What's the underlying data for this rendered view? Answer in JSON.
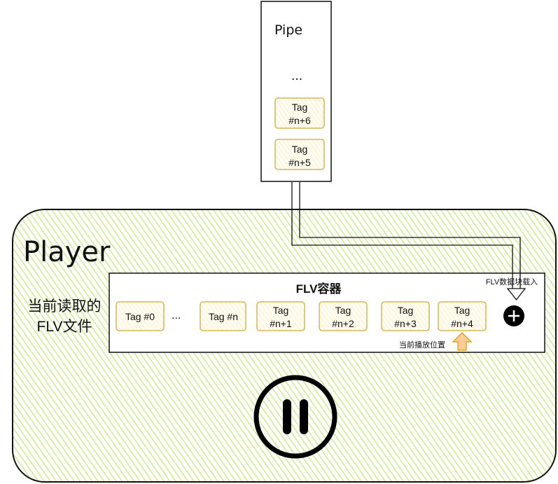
{
  "pipe": {
    "title": "Pipe",
    "ellipsis": "...",
    "tags": [
      {
        "line1": "Tag",
        "line2": "#n+6"
      },
      {
        "line1": "Tag",
        "line2": "#n+5"
      }
    ]
  },
  "player": {
    "title": "Player",
    "current_file_label_line1": "当前读取的",
    "current_file_label_line2": "FLV文件"
  },
  "container": {
    "title": "FLV容器",
    "load_label": "FLV数据块载入",
    "position_label": "当前播放位置",
    "ellipsis": "...",
    "tags": [
      {
        "line1": "Tag #0",
        "line2": ""
      },
      {
        "line1": "Tag #n",
        "line2": ""
      },
      {
        "line1": "Tag",
        "line2": "#n+1"
      },
      {
        "line1": "Tag",
        "line2": "#n+2"
      },
      {
        "line1": "Tag",
        "line2": "#n+3"
      },
      {
        "line1": "Tag",
        "line2": "#n+4"
      }
    ]
  },
  "colors": {
    "player_fill": "#cdeb8b",
    "tag_fill": "#fff2cc",
    "tag_stroke": "#d6b656",
    "arrow_fill": "#ffcc99",
    "arrow_stroke": "#d79b00"
  },
  "icons": {
    "add": "plus-circle-icon",
    "pause": "pause-icon"
  }
}
